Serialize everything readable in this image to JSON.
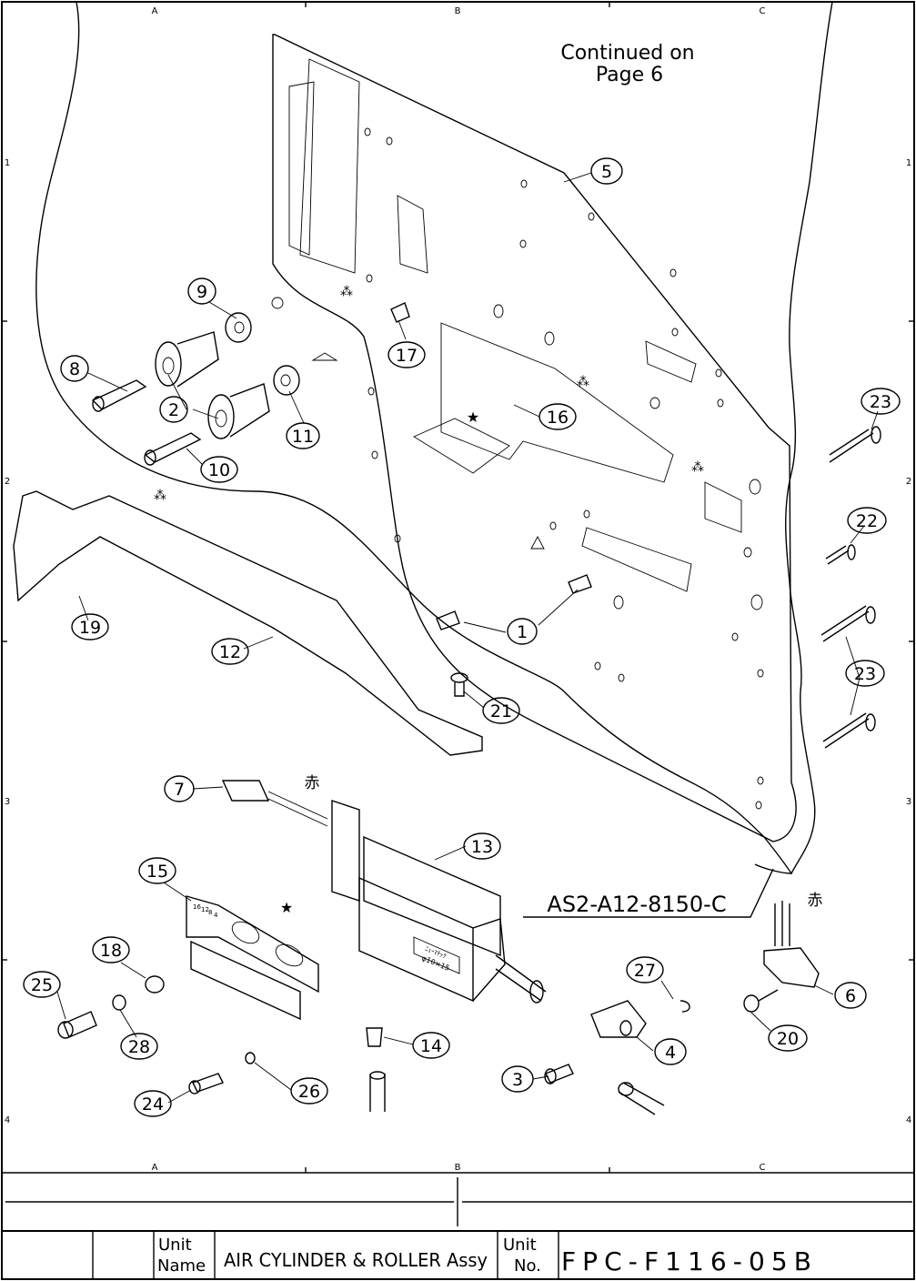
{
  "grid": {
    "columns": [
      "A",
      "B",
      "C"
    ],
    "rows": [
      "1",
      "2",
      "3",
      "4"
    ]
  },
  "notes": {
    "continued": [
      "Continued on",
      "Page 6"
    ],
    "assembly_no": "AS2-A12-8150-C",
    "red_mark": "赤",
    "cylinder_label_top": "ﾆｭｰﾏﾁｯｸ",
    "cylinder_label": "φ10×15",
    "scale_marks": [
      "16",
      "12",
      "8",
      "4"
    ]
  },
  "callouts": [
    {
      "id": "5",
      "label": "5"
    },
    {
      "id": "9",
      "label": "9"
    },
    {
      "id": "8",
      "label": "8"
    },
    {
      "id": "2",
      "label": "2"
    },
    {
      "id": "11",
      "label": "11"
    },
    {
      "id": "10",
      "label": "10"
    },
    {
      "id": "17",
      "label": "17"
    },
    {
      "id": "16",
      "label": "16"
    },
    {
      "id": "23a",
      "label": "23"
    },
    {
      "id": "22",
      "label": "22"
    },
    {
      "id": "23b",
      "label": "23"
    },
    {
      "id": "19",
      "label": "19"
    },
    {
      "id": "12",
      "label": "12"
    },
    {
      "id": "1",
      "label": "1"
    },
    {
      "id": "21",
      "label": "21"
    },
    {
      "id": "7",
      "label": "7"
    },
    {
      "id": "13",
      "label": "13"
    },
    {
      "id": "15",
      "label": "15"
    },
    {
      "id": "18",
      "label": "18"
    },
    {
      "id": "25",
      "label": "25"
    },
    {
      "id": "28",
      "label": "28"
    },
    {
      "id": "27",
      "label": "27"
    },
    {
      "id": "6",
      "label": "6"
    },
    {
      "id": "4",
      "label": "4"
    },
    {
      "id": "20",
      "label": "20"
    },
    {
      "id": "14",
      "label": "14"
    },
    {
      "id": "3",
      "label": "3"
    },
    {
      "id": "26",
      "label": "26"
    },
    {
      "id": "24",
      "label": "24"
    }
  ],
  "title_block": {
    "unit_name_label": [
      "Unit",
      "Name"
    ],
    "unit_name": "AIR CYLINDER & ROLLER Assy",
    "unit_no_label": [
      "Unit",
      "No."
    ],
    "unit_no": "FPC-F116-05B"
  }
}
